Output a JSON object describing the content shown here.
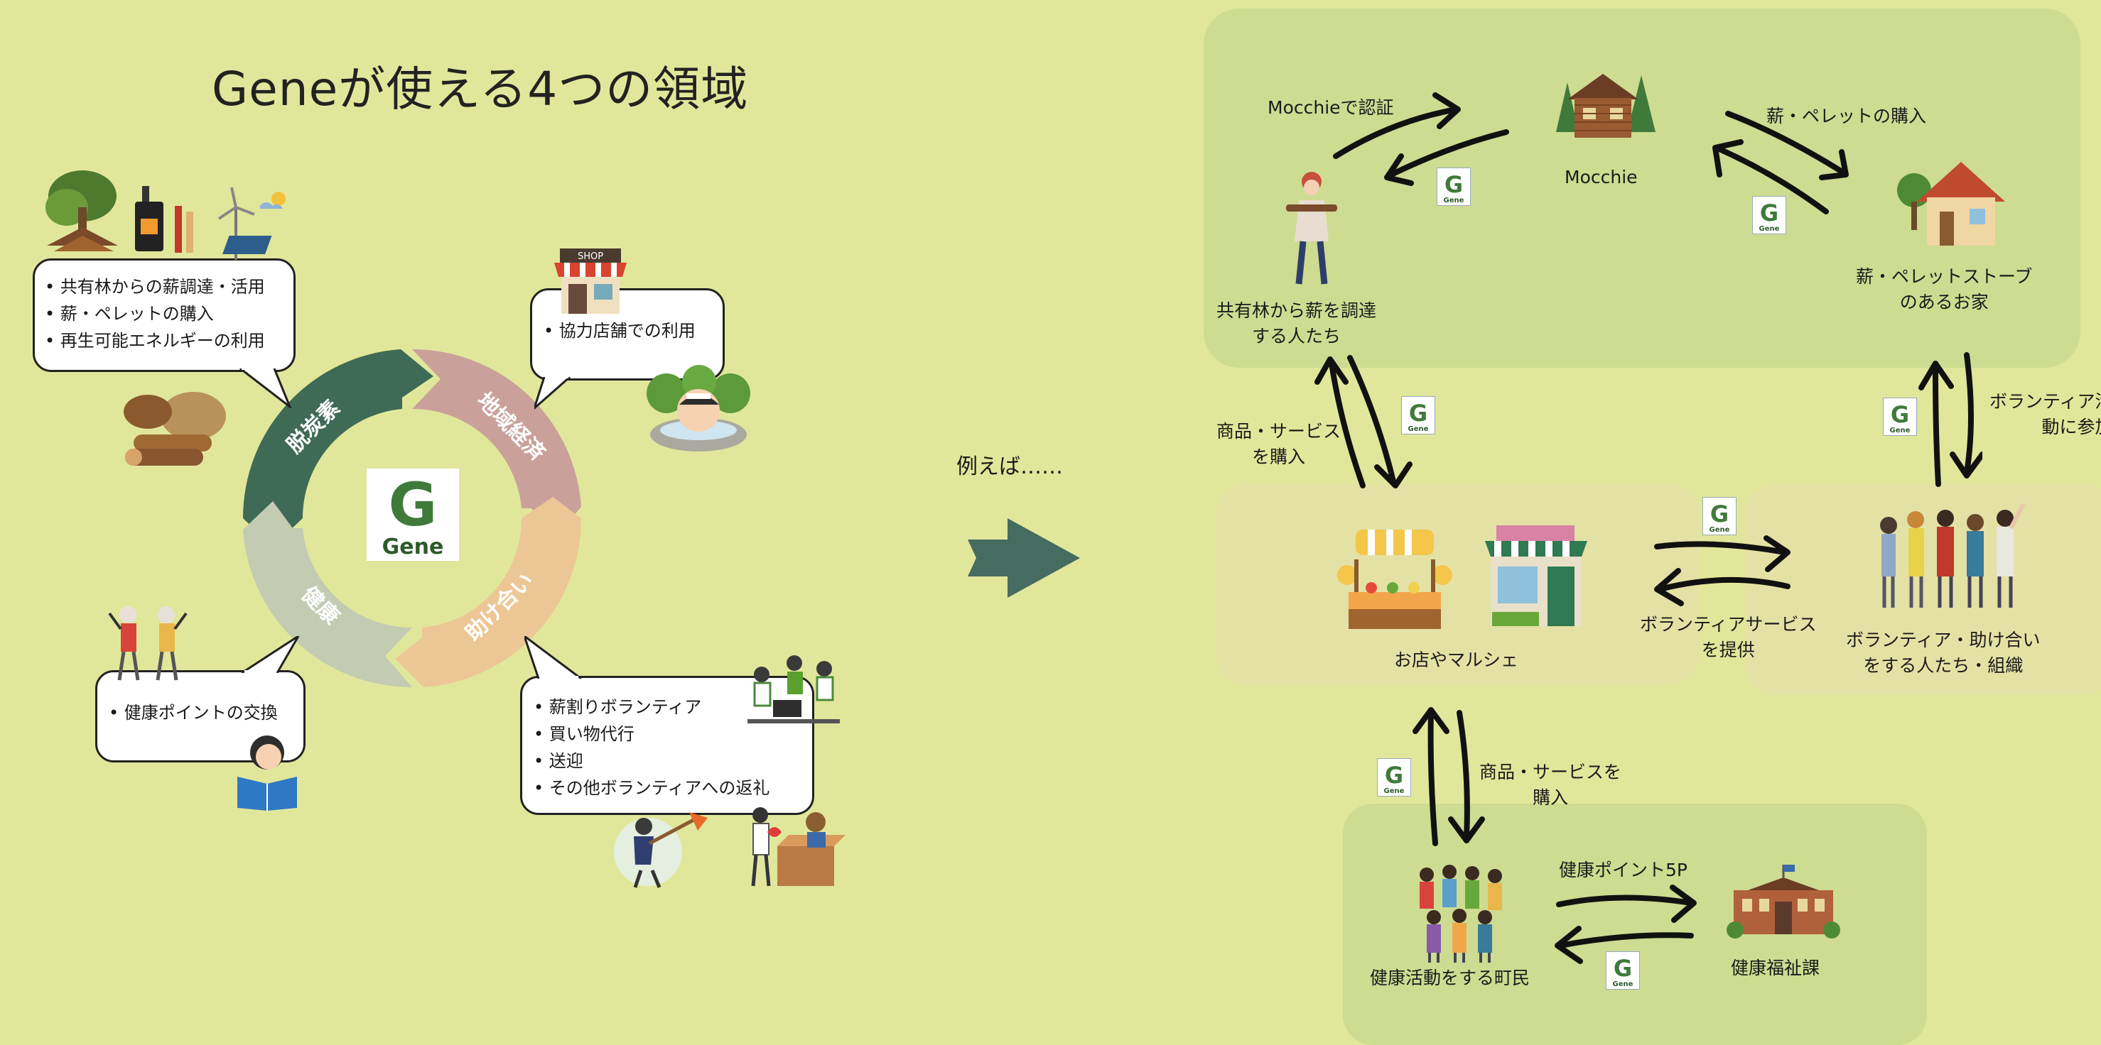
{
  "left": {
    "title": "Geneが使える4つの領域",
    "segments": {
      "top_left": "脱炭素",
      "top_right": "地域経済",
      "bottom_right": "助け合い",
      "bottom_left": "健康"
    },
    "center_logo": {
      "letter": "G",
      "name": "Gene"
    },
    "bubbles": {
      "decarbon": [
        "共有林からの薪調達・活用",
        "薪・ペレットの購入",
        "再生可能エネルギーの利用"
      ],
      "economy": [
        "協力店舗での利用"
      ],
      "health": [
        "健康ポイントの交換"
      ],
      "mutual": [
        "薪割りボランティア",
        "買い物代行",
        "送迎",
        "その他ボランティアへの返礼"
      ]
    },
    "shop_sign": "SHOP"
  },
  "middle": {
    "for_example": "例えば……"
  },
  "right": {
    "nodes": {
      "mocchie": "Mocchie",
      "forest_people": "共有林から薪を調達\nする人たち",
      "stove_home": "薪・ペレットストーブ\nのあるお家",
      "shops": "お店やマルシェ",
      "volunteers": "ボランティア・助け合い\nをする人たち・組織",
      "citizens": "健康活動をする町民",
      "welfare": "健康福祉課"
    },
    "flows": {
      "auth": "Mocchieで認証",
      "buy_fuel": "薪・ペレットの購入",
      "buy_goods_1": "商品・サービス\nを購入",
      "volunteer_join": "ボランティア活\n動に参加",
      "volunteer_service": "ボランティアサービス\nを提供",
      "buy_goods_2": "商品・サービスを\n購入",
      "health_points": "健康ポイント5P"
    },
    "logo_name": "Gene"
  },
  "colors": {
    "background": "#e1e79a",
    "panel_green": "#cddc91",
    "panel_beige": "#e4e1a5",
    "seg_decarbon": "#3f6a56",
    "seg_economy": "#c9a19a",
    "seg_mutual": "#ecc795",
    "seg_health": "#c3cbb2",
    "play_arrow": "#466b60"
  },
  "icons": [
    "gene-logo",
    "forest-icon",
    "wood-stove-icon",
    "wind-solar-icon",
    "pellets-icon",
    "shop-icon",
    "onsen-person-icon",
    "elderly-exercise-icon",
    "reading-person-icon",
    "volunteers-icon",
    "snow-shovel-icon",
    "donation-box-icon",
    "cabin-icon",
    "hiker-icon",
    "house-icon",
    "market-stall-icon",
    "storefront-icon",
    "crowd-icon",
    "government-building-icon",
    "arrow-icon"
  ]
}
